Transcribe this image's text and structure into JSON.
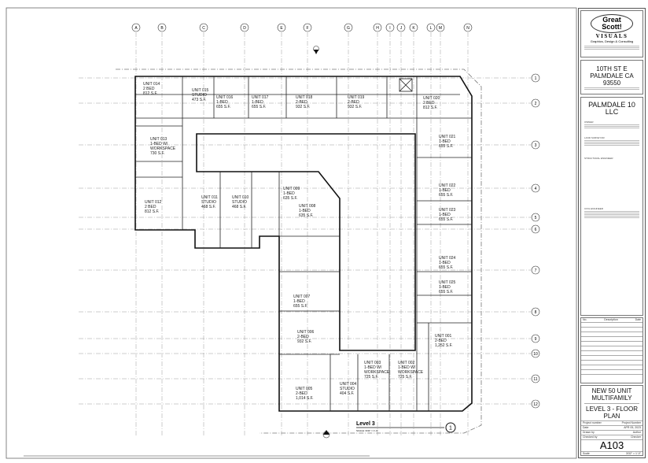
{
  "title_block": {
    "logo": {
      "line1": "Great",
      "line2": "Scott!",
      "line3": "VISUALS",
      "tagline": "Graphics, Design & Consulting"
    },
    "address": {
      "line1": "10TH ST E",
      "line2": "PALMDALE CA",
      "line3": "93550"
    },
    "client": "PALMDALE 10 LLC",
    "roles": [
      "OWNER",
      "LAND SURVEYOR",
      "STRUCTURAL ENGINEER",
      "CIVIL ENGINEER"
    ],
    "revisions_header": [
      "No.",
      "Description",
      "Date"
    ],
    "project_name": "NEW 50 UNIT MULTIFAMILY",
    "sheet_name": "LEVEL 3 - FLOOR PLAN",
    "info": [
      {
        "label": "Project number",
        "value": "Project Number"
      },
      {
        "label": "Date",
        "value": "APR 05, 2023"
      },
      {
        "label": "Drawn by",
        "value": "Author"
      },
      {
        "label": "Checked by",
        "value": "Checker"
      }
    ],
    "sheet_number": "A103",
    "scale_label": "Scale",
    "scale_value": "3/32\" = 1'-0\""
  },
  "plan": {
    "view_title": "Level 3",
    "view_scale": "SCALE: 3/32\" = 1'-0\"",
    "view_number": "1",
    "grid_columns": [
      "A",
      "B",
      "C",
      "D",
      "E",
      "F",
      "G",
      "H",
      "I",
      "J",
      "K",
      "L",
      "M",
      "N"
    ],
    "grid_rows": [
      "1",
      "2",
      "3",
      "4",
      "5",
      "6",
      "7",
      "8",
      "9",
      "10",
      "11",
      "12"
    ],
    "units": [
      {
        "name": "UNIT 014",
        "type": "2 BED",
        "area": "812 S.F."
      },
      {
        "name": "UNIT 015",
        "type": "STUDIO",
        "area": "473 S.F."
      },
      {
        "name": "UNIT 016",
        "type": "1-BED",
        "area": "655 S.F."
      },
      {
        "name": "UNIT 017",
        "type": "1-BED",
        "area": "655 S.F."
      },
      {
        "name": "UNIT 018",
        "type": "2-BED",
        "area": "932 S.F."
      },
      {
        "name": "UNIT 019",
        "type": "2-BED",
        "area": "932 S.F."
      },
      {
        "name": "UNIT 020",
        "type": "2 BED",
        "area": "812 S.F."
      },
      {
        "name": "UNIT 021",
        "type": "1-BED",
        "area": "655 S.F."
      },
      {
        "name": "UNIT 022",
        "type": "1-BED",
        "area": "655 S.F."
      },
      {
        "name": "UNIT 023",
        "type": "1-BED",
        "area": "655 S.F."
      },
      {
        "name": "UNIT 024",
        "type": "1-BED",
        "area": "655 S.F."
      },
      {
        "name": "UNIT 025",
        "type": "1-BED",
        "area": "655 S.F."
      },
      {
        "name": "UNIT 013",
        "type": "1-BED W/ WORKSPACE",
        "area": "730 S.F."
      },
      {
        "name": "UNIT 012",
        "type": "2 BED",
        "area": "812 S.F."
      },
      {
        "name": "UNIT 011",
        "type": "STUDIO",
        "area": "468 S.F."
      },
      {
        "name": "UNIT 010",
        "type": "STUDIO",
        "area": "468 S.F."
      },
      {
        "name": "UNIT 009",
        "type": "1-BED",
        "area": "635 S.F."
      },
      {
        "name": "UNIT 008",
        "type": "1-BED",
        "area": "635 S.F."
      },
      {
        "name": "UNIT 007",
        "type": "1-BED",
        "area": "655 S.F."
      },
      {
        "name": "UNIT 006",
        "type": "2-BED",
        "area": "932 S.F."
      },
      {
        "name": "UNIT 005",
        "type": "2-BED",
        "area": "1,014 S.F."
      },
      {
        "name": "UNIT 004",
        "type": "STUDIO",
        "area": "404 S.F."
      },
      {
        "name": "UNIT 003",
        "type": "1-BED W/ WORKSPACE",
        "area": "725 S.F."
      },
      {
        "name": "UNIT 002",
        "type": "1-BED W/ WORKSPACE",
        "area": "725 S.F."
      },
      {
        "name": "UNIT 001",
        "type": "2-BED",
        "area": "1,252 S.F."
      }
    ]
  }
}
